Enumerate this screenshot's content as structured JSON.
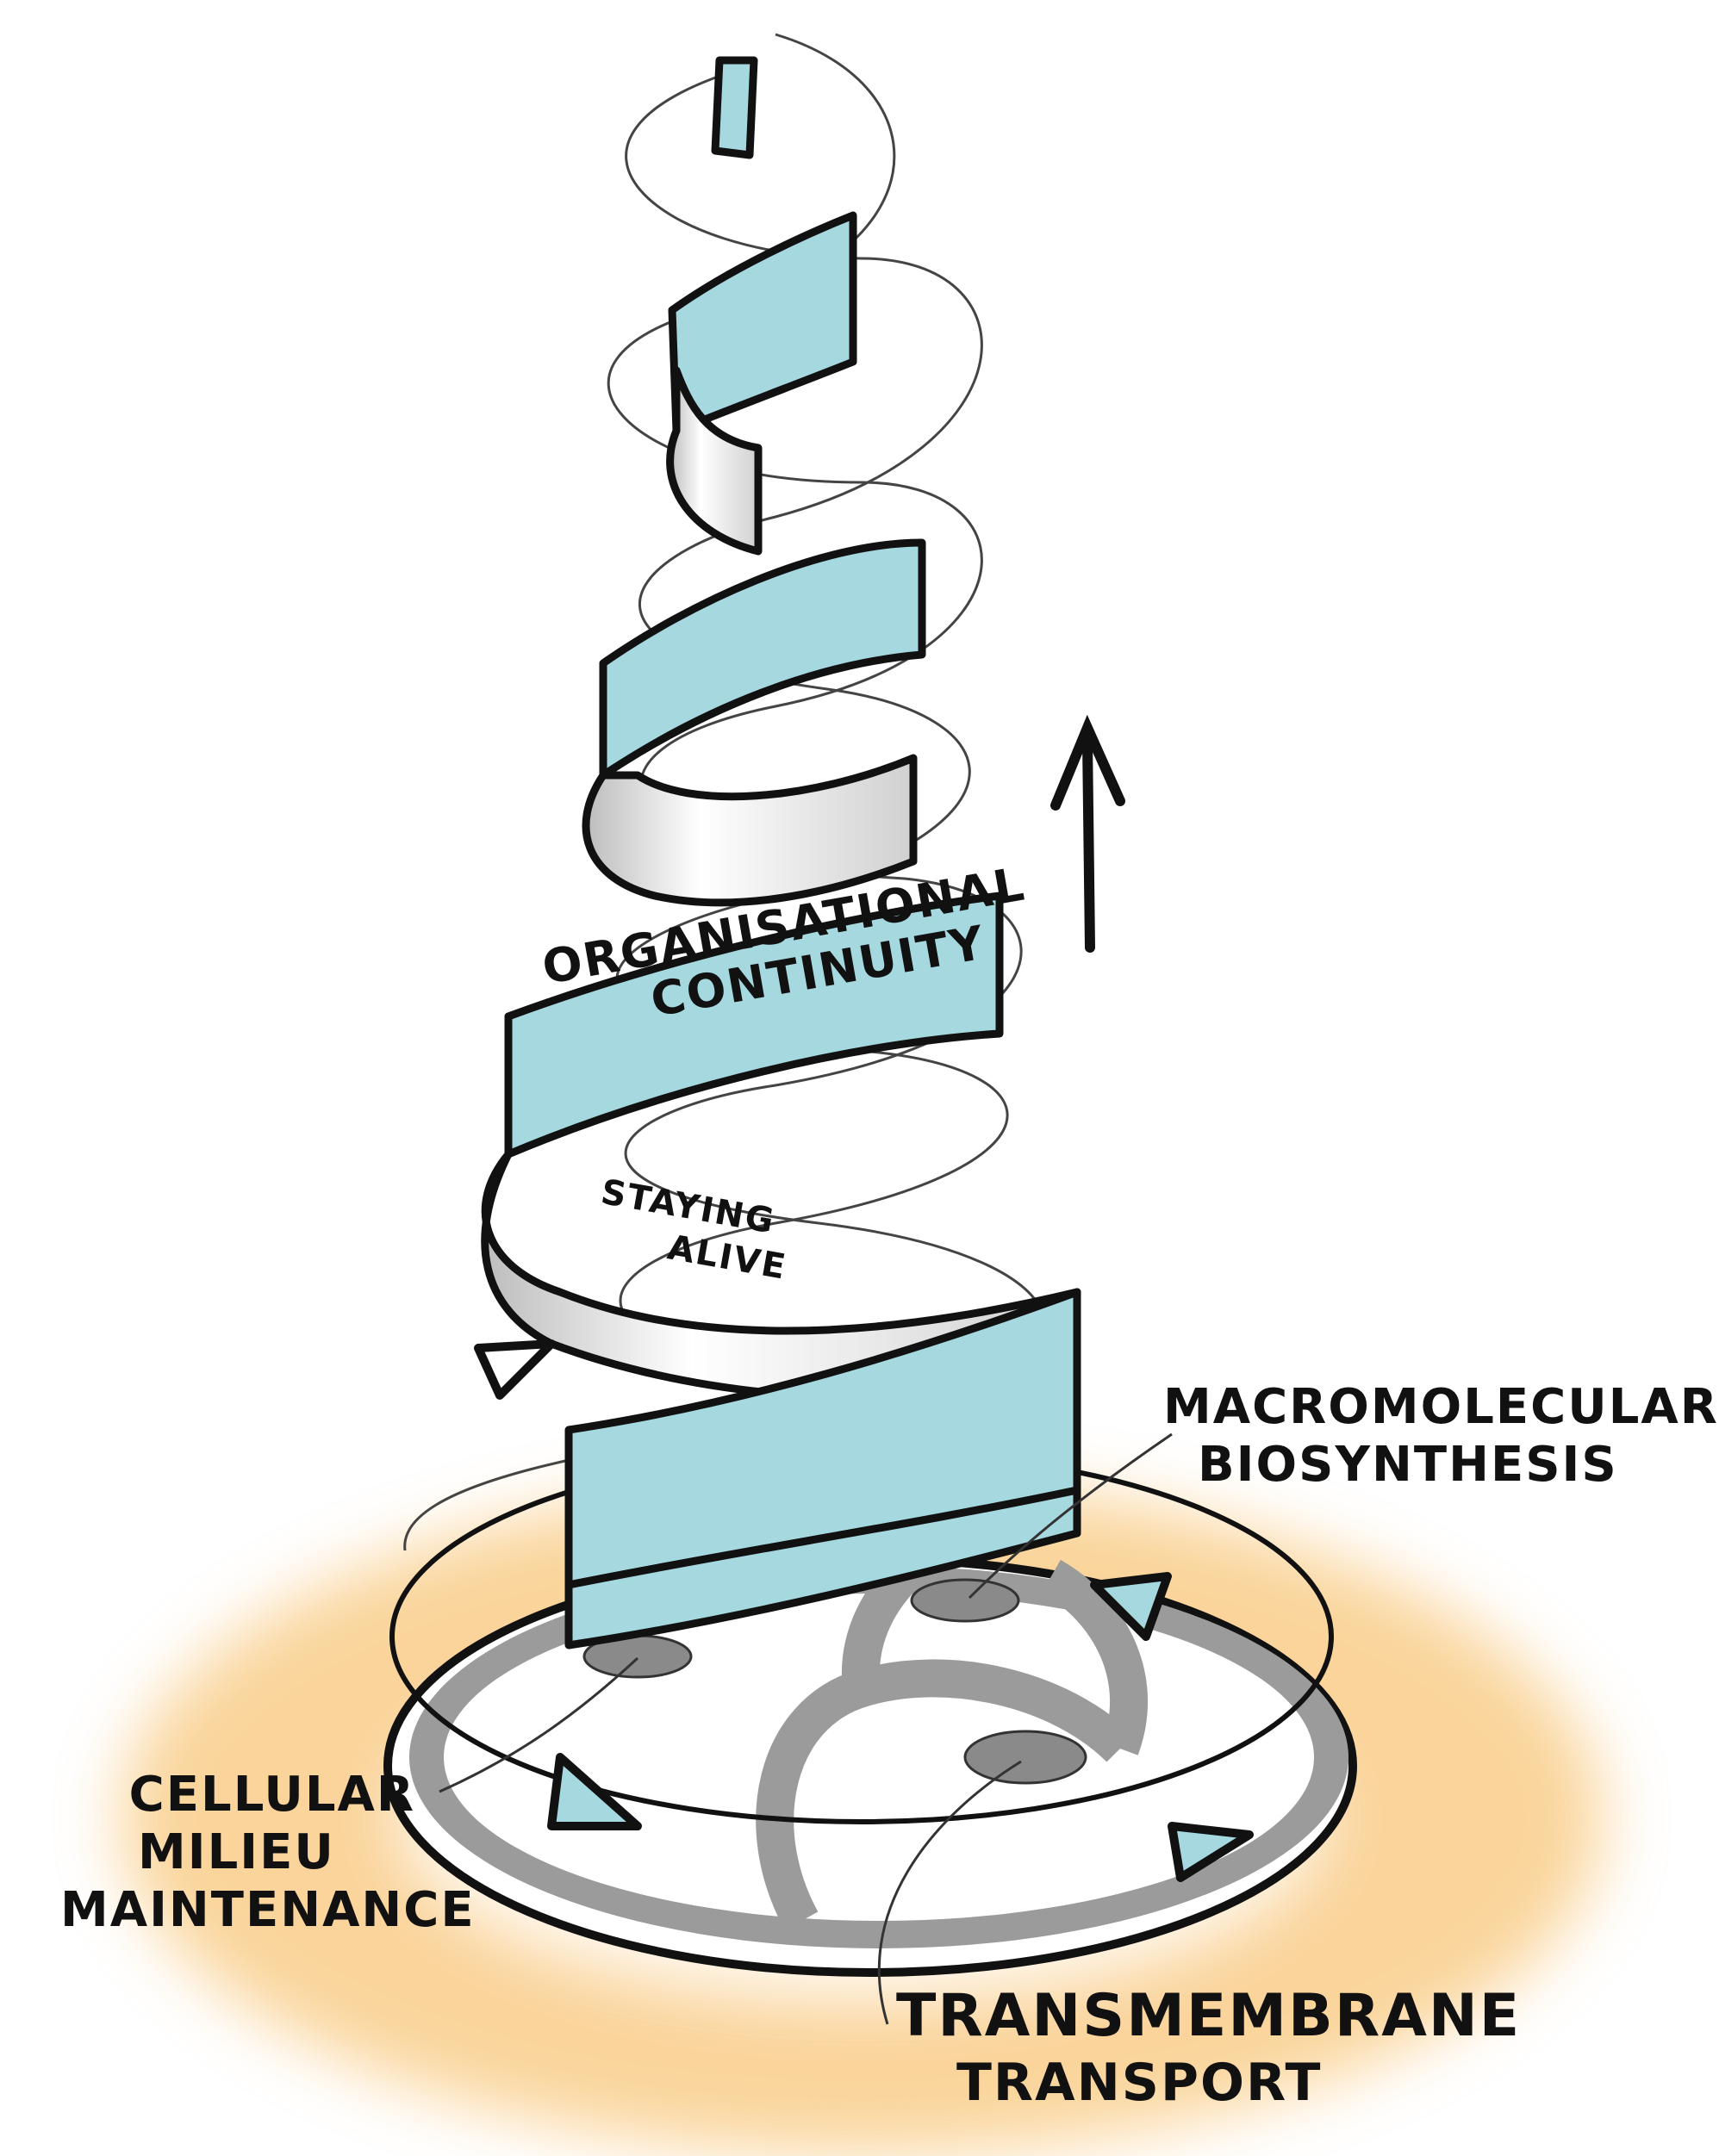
{
  "colors": {
    "ribbon": "#a6d8e0",
    "base_glow": "#f6b24a",
    "disc_ring": "#8f8f8f",
    "ink": "#111111"
  },
  "icons": {
    "up_arrow": "upward-arrow-icon",
    "triangle": "triangle-marker-icon"
  },
  "labels": {
    "organisational": "ORGANISATIONAL",
    "continuity": "CONTINUITY",
    "staying": "STAYING",
    "alive": "ALIVE",
    "macromolecular": "MACROMOLECULAR",
    "biosynthesis": "BIOSYNTHESIS",
    "cellular": "CELLULAR",
    "milieu": "MILIEU",
    "maintenance": "MAINTENANCE",
    "transmembrane": "TRANSMEMBRANE",
    "transport": "TRANSPORT"
  }
}
